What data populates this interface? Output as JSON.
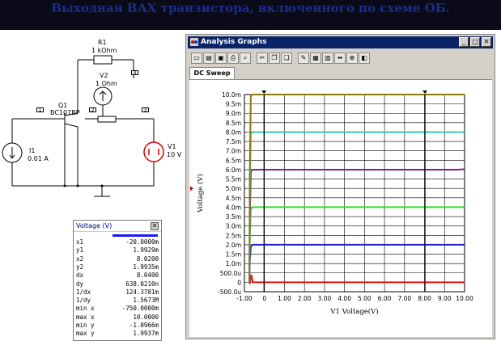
{
  "banner": {
    "title": "Выходная ВАХ транзистора, включенного по схеме ОБ."
  },
  "schematic": {
    "labels": {
      "r1_name": "R1",
      "r1_value": "1 kOhm",
      "v2_name": "V2",
      "v2_value": "1 Ohm",
      "q1_name": "Q1",
      "q1_model": "BC107BP",
      "i1_name": "I1",
      "i1_value": "0.01 A",
      "v1_name": "V1",
      "v1_value": "10 V"
    },
    "nodes": [
      "1",
      "2",
      "3",
      "4"
    ]
  },
  "voltage_window": {
    "title": "Voltage (V)",
    "close_glyph": "✕",
    "trace_color": "#1a1aff",
    "rows": [
      {
        "key": "x1",
        "value": "-20.0000m"
      },
      {
        "key": "y1",
        "value": "1.9929m"
      },
      {
        "key": "x2",
        "value": "8.0200"
      },
      {
        "key": "y2",
        "value": "1.9935m"
      },
      {
        "key": "dx",
        "value": "8.0400"
      },
      {
        "key": "dy",
        "value": "638.0210n"
      },
      {
        "key": "1/dx",
        "value": "124.3781m"
      },
      {
        "key": "1/dy",
        "value": "1.5673M"
      },
      {
        "key": "min x",
        "value": "-750.0000m"
      },
      {
        "key": "max x",
        "value": "10.0000"
      },
      {
        "key": "min y",
        "value": "-1.0966m"
      },
      {
        "key": "max y",
        "value": "1.9937m"
      }
    ]
  },
  "analysis_window": {
    "title": "Analysis Graphs",
    "window_buttons": [
      "_",
      "□",
      "✕"
    ],
    "toolbar_icons": [
      "new-icon",
      "open-icon",
      "save-icon",
      "print-icon",
      "print-preview-icon",
      "cut-icon",
      "copy-icon",
      "paste-icon",
      "properties-icon",
      "grid-icon",
      "legend-icon",
      "cursors-icon",
      "zoom-icon",
      "reverse-colors-icon"
    ],
    "toolbar_glyphs": [
      "▭",
      "▤",
      "▣",
      "⎙",
      "⌕",
      "✂",
      "❐",
      "❏",
      "✎",
      "▦",
      "▥",
      "⇹",
      "⊕",
      "◧"
    ],
    "active_tab": "DC Sweep"
  },
  "chart_data": {
    "type": "line",
    "xlabel": "V1 Voltage(V)",
    "ylabel": "Voltage (V)",
    "xlim": [
      -1.0,
      10.0
    ],
    "ylim": [
      -0.0005,
      0.01
    ],
    "x_ticks": [
      -1.0,
      0,
      1.0,
      2.0,
      3.0,
      4.0,
      5.0,
      6.0,
      7.0,
      8.0,
      9.0,
      10.0
    ],
    "x_tick_labels": [
      "-1.00",
      "0",
      "1.00",
      "2.00",
      "3.00",
      "4.00",
      "5.00",
      "6.00",
      "7.00",
      "8.00",
      "9.00",
      "10.00"
    ],
    "y_ticks": [
      -0.0005,
      0,
      0.0005,
      0.001,
      0.0015,
      0.002,
      0.0025,
      0.003,
      0.0035,
      0.004,
      0.0045,
      0.005,
      0.0055,
      0.006,
      0.0065,
      0.007,
      0.0075,
      0.008,
      0.0085,
      0.009,
      0.0095,
      0.01
    ],
    "y_tick_labels": [
      "-500.0u",
      "0",
      "500.0u",
      "1.0m",
      "1.5m",
      "2.0m",
      "2.5m",
      "3.0m",
      "3.5m",
      "4.0m",
      "4.5m",
      "5.0m",
      "5.5m",
      "6.0m",
      "6.5m",
      "7.0m",
      "7.5m",
      "8.0m",
      "8.5m",
      "9.0m",
      "9.5m",
      "10.0m"
    ],
    "grid": true,
    "cursors_x": [
      -0.02,
      8.02
    ],
    "series": [
      {
        "color": "#e01010",
        "x": [
          -0.75,
          -0.72,
          -0.66,
          -0.58,
          10.0
        ],
        "y": [
          -0.0001,
          0.0,
          0.0004,
          0.0,
          0.0
        ]
      },
      {
        "color": "#1f22c8",
        "x": [
          -0.75,
          -0.73,
          -0.68,
          -0.6,
          10.0
        ],
        "y": [
          0.0,
          0.0012,
          0.0019,
          0.002,
          0.002
        ]
      },
      {
        "color": "#30e030",
        "x": [
          -0.75,
          -0.73,
          -0.68,
          -0.6,
          10.0
        ],
        "y": [
          0.0,
          0.0025,
          0.0039,
          0.004,
          0.004
        ]
      },
      {
        "color": "#8a2090",
        "x": [
          -0.75,
          -0.73,
          -0.68,
          -0.6,
          9.6,
          10.0
        ],
        "y": [
          0.0,
          0.0035,
          0.0059,
          0.006,
          0.006,
          0.00602
        ]
      },
      {
        "color": "#30c8cc",
        "x": [
          -0.75,
          -0.73,
          -0.68,
          -0.6,
          10.0
        ],
        "y": [
          0.0,
          0.005,
          0.0079,
          0.008,
          0.008
        ]
      },
      {
        "color": "#8a7a10",
        "x": [
          -0.75,
          -0.73,
          -0.68,
          -0.6,
          10.0
        ],
        "y": [
          0.0,
          0.006,
          0.0099,
          0.01,
          0.01
        ]
      }
    ]
  }
}
